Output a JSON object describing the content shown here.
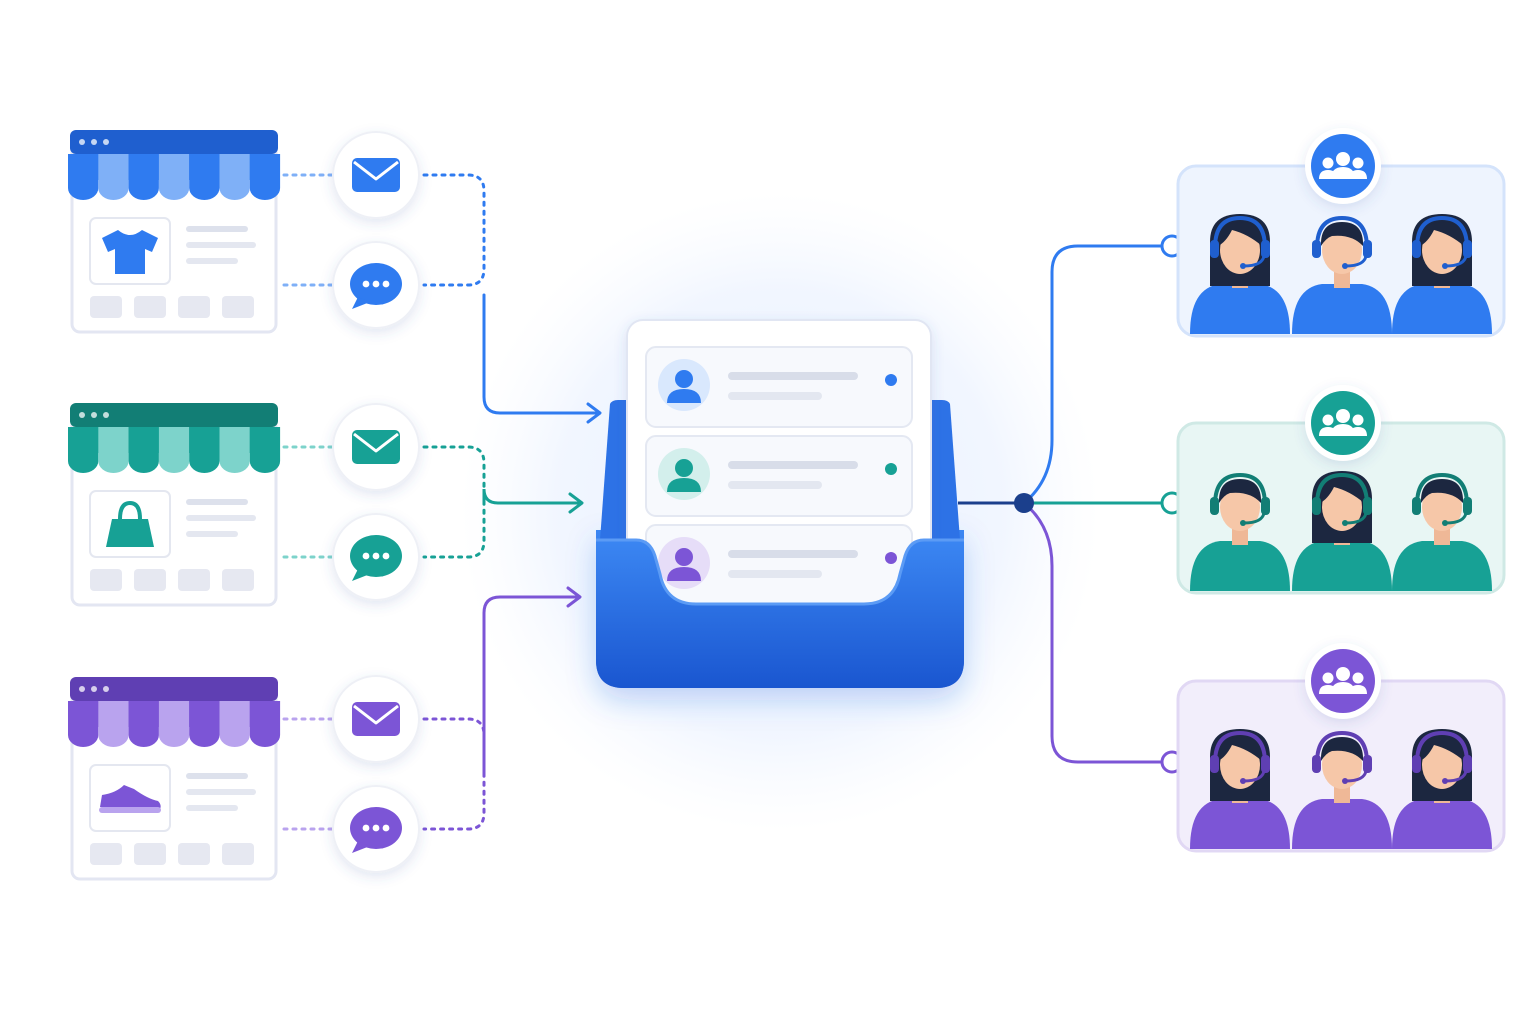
{
  "colors": {
    "blue": "#2f7bf0",
    "blue_light": "#7fb0f7",
    "blue_dark": "#1f5fcf",
    "teal": "#17a195",
    "teal_light": "#7dd3cb",
    "teal_dark": "#127e75",
    "purple": "#7c55d6",
    "purple_light": "#b9a3ee",
    "purple_dark": "#5f3fb3",
    "inbox_tray": "#1f63dc",
    "hub_node": "#1b3f8c",
    "skin": "#f6c7a8",
    "hair": "#1c2740"
  },
  "stores": [
    {
      "channel": "blue",
      "product_icon": "tshirt-icon"
    },
    {
      "channel": "teal",
      "product_icon": "handbag-icon"
    },
    {
      "channel": "purple",
      "product_icon": "sneaker-icon"
    }
  ],
  "channel_icons": [
    "email-icon",
    "chat-icon"
  ],
  "inbox": {
    "icon": "inbox-tray-icon",
    "tickets": [
      {
        "channel": "blue",
        "icon": "user-avatar-icon"
      },
      {
        "channel": "teal",
        "icon": "user-avatar-icon"
      },
      {
        "channel": "purple",
        "icon": "user-avatar-icon"
      }
    ]
  },
  "teams": [
    {
      "channel": "blue",
      "icon": "team-icon",
      "agents": [
        "female",
        "male",
        "female"
      ]
    },
    {
      "channel": "teal",
      "icon": "team-icon",
      "agents": [
        "male",
        "female",
        "male"
      ]
    },
    {
      "channel": "purple",
      "icon": "team-icon",
      "agents": [
        "female",
        "male",
        "female"
      ]
    }
  ]
}
